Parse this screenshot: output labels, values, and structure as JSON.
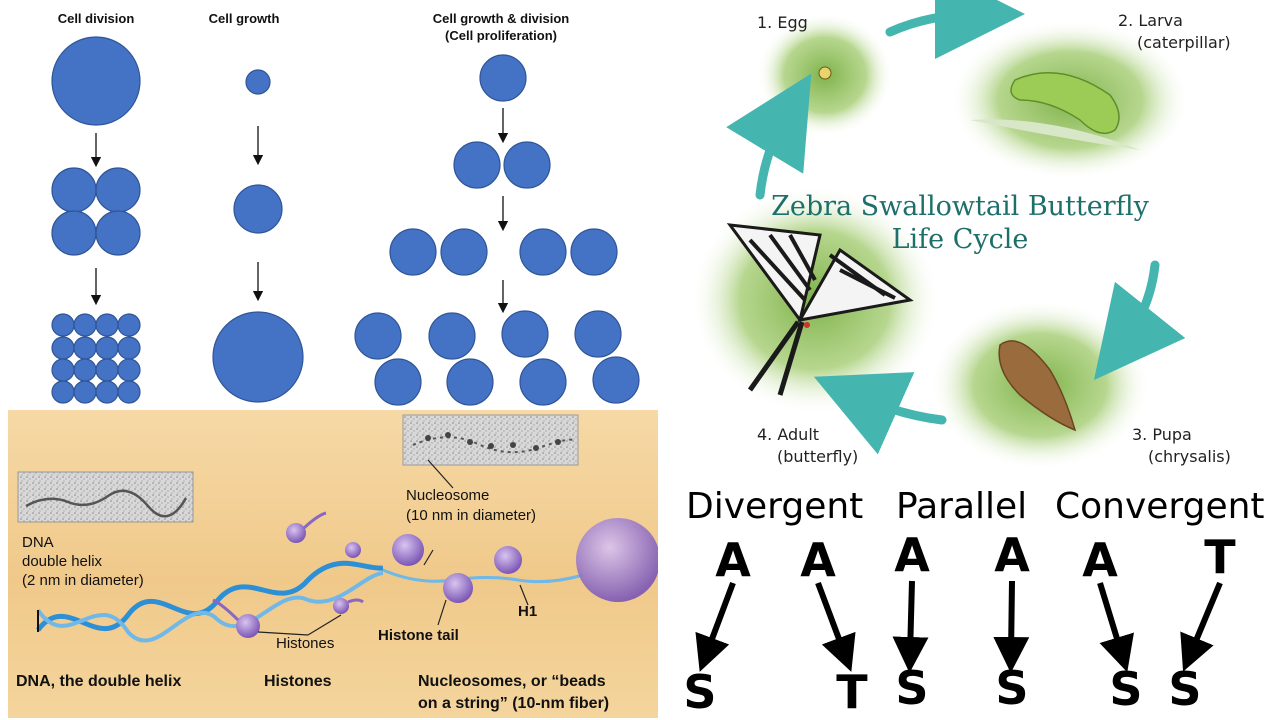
{
  "cell_panel": {
    "headings": {
      "cell_division": "Cell division",
      "cell_growth": "Cell growth",
      "proliferation_line1": "Cell growth & division",
      "proliferation_line2": "(Cell proliferation)"
    }
  },
  "dna_panel": {
    "dna_label_1": "DNA",
    "dna_label_2": "double helix",
    "dna_label_3": "(2 nm in diameter)",
    "nucleosome_label_1": "Nucleosome",
    "nucleosome_label_2": "(10 nm in diameter)",
    "histones_label": "Histones",
    "histone_tail_label": "Histone tail",
    "h1_label": "H1",
    "caption_dna": "DNA, the double helix",
    "caption_histones": "Histones",
    "caption_nucleosomes_1": "Nucleosomes, or “beads",
    "caption_nucleosomes_2": "on a string” (10-nm fiber)"
  },
  "life_cycle": {
    "title_line1": "Zebra Swallowtail Butterfly",
    "title_line2": "Life Cycle",
    "egg": "1. Egg",
    "larva_1": "2. Larva",
    "larva_2": "(caterpillar)",
    "pupa_1": "3. Pupa",
    "pupa_2": "(chrysalis)",
    "adult_1": "4. Adult",
    "adult_2": "(butterfly)",
    "accent_color": "#45b5b0"
  },
  "evolution": {
    "divergent": "Divergent",
    "parallel": "Parallel",
    "convergent": "Convergent",
    "divergent_top_1": "A",
    "divergent_top_2": "A",
    "divergent_bottom_1": "S",
    "divergent_bottom_2": "T",
    "parallel_top_1": "A",
    "parallel_top_2": "A",
    "parallel_bottom_1": "S",
    "parallel_bottom_2": "S",
    "convergent_top_1": "A",
    "convergent_top_2": "T",
    "convergent_bottom_1": "S",
    "convergent_bottom_2": "S"
  }
}
